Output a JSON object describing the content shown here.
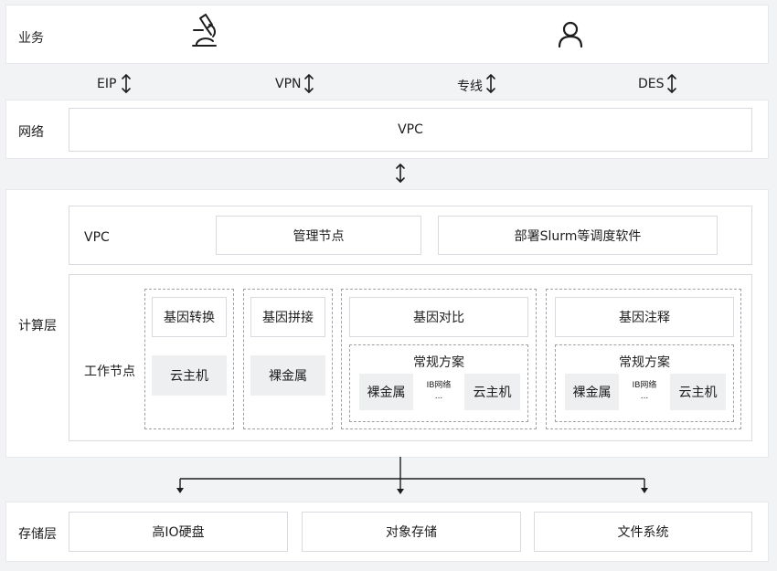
{
  "business": {
    "label": "业务",
    "icons": [
      "microscope-icon",
      "user-icon"
    ]
  },
  "links": [
    "EIP",
    "VPN",
    "专线",
    "DES"
  ],
  "network": {
    "label": "网络",
    "vpc": "VPC"
  },
  "compute": {
    "label": "计算层",
    "vpc_row": {
      "label": "VPC",
      "manage_node": "管理节点",
      "deploy": "部署Slurm等调度软件"
    },
    "worker": {
      "label": "工作节点",
      "groups": [
        {
          "title": "基因转换",
          "item": "云主机"
        },
        {
          "title": "基因拼接",
          "item": "裸金属"
        },
        {
          "title": "基因对比",
          "scheme": "常规方案",
          "left": "裸金属",
          "mid": "IB网络",
          "dots": "...",
          "right": "云主机"
        },
        {
          "title": "基因注释",
          "scheme": "常规方案",
          "left": "裸金属",
          "mid": "IB网络",
          "dots": "...",
          "right": "云主机"
        }
      ]
    }
  },
  "storage": {
    "label": "存储层",
    "items": [
      "高IO硬盘",
      "对象存储",
      "文件系统"
    ]
  }
}
